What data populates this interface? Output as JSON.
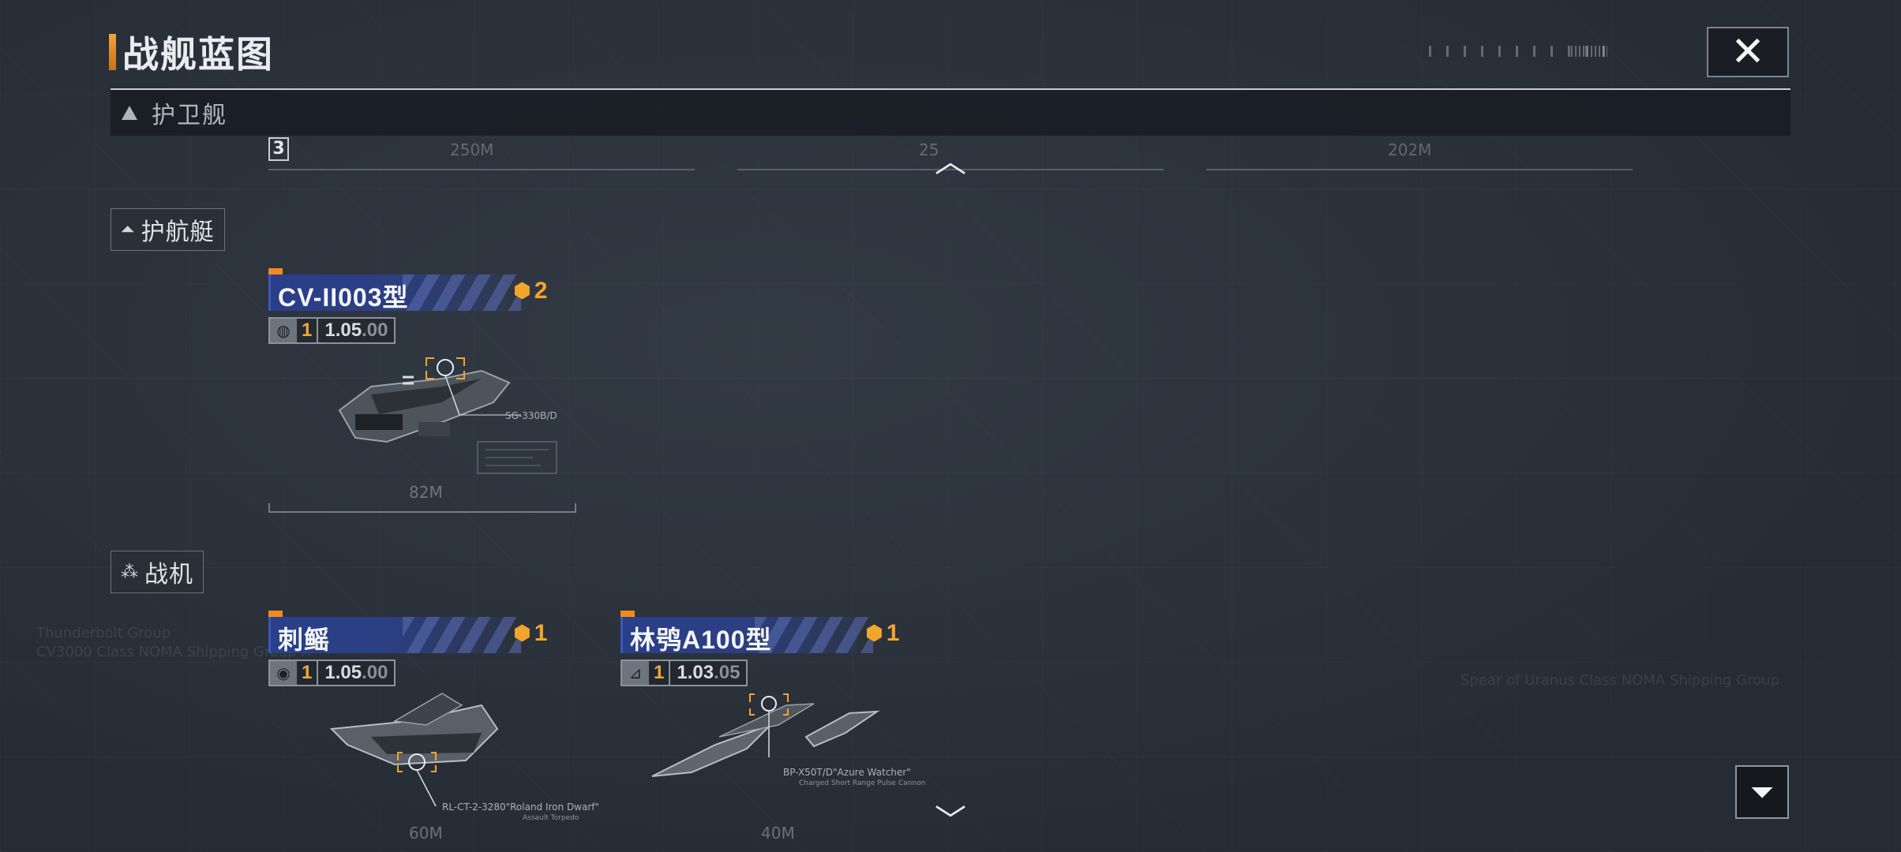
{
  "header": {
    "title": "战舰蓝图",
    "close_icon": "close-icon",
    "colors": {
      "accent": "#f28a1f",
      "name_bar": "#2c3f82",
      "cost": "#f2a52c"
    }
  },
  "section": {
    "label": "护卫舰",
    "collapse_icon": "chevron-up-icon",
    "expand_icon": "chevron-down-icon"
  },
  "blueprint_strip": {
    "count": "3",
    "lengths": [
      "250M",
      "25",
      "202M"
    ]
  },
  "categories": [
    {
      "label": "护航艇",
      "icon": "escort-class-icon",
      "ships": [
        {
          "name": "CV-II003型",
          "cost": "2",
          "level": "1",
          "value_main": "1.05",
          "value_dim": ".00",
          "weapon": "SG-330B/D",
          "length": "82M"
        }
      ]
    },
    {
      "label": "战机",
      "icon": "fighter-class-icon",
      "ships": [
        {
          "name": "刺鳐",
          "cost": "1",
          "level": "1",
          "value_main": "1.05",
          "value_dim": ".00",
          "weapon": "RL-CT-2-3280\"Roland Iron Dwarf\"",
          "weapon_sub": "Assault Torpedo",
          "length": "60M"
        },
        {
          "name": "林鸮A100型",
          "cost": "1",
          "level": "1",
          "value_main": "1.03",
          "value_dim": ".05",
          "weapon": "BP-X50T/D\"Azure Watcher\"",
          "weapon_sub": "Charged Short Range Pulse Cannon",
          "length": "40M"
        }
      ]
    }
  ],
  "filter_icon": "filter-icon",
  "background_text": {
    "left": [
      "Thunderbolt Group",
      "CV3000 Class NOMA Shipping Group A"
    ],
    "right": [
      "Spear of Uranus Class NOMA Shipping Group"
    ]
  }
}
